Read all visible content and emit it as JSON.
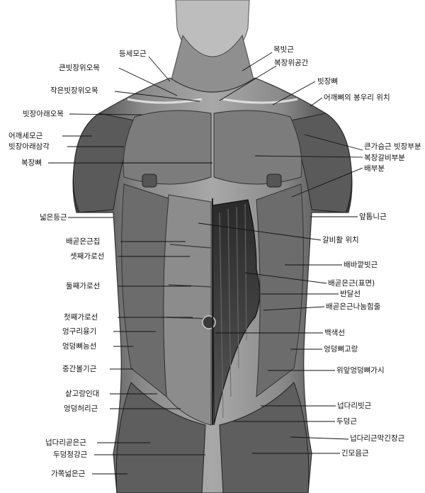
{
  "labels": {
    "l01": "등세모근",
    "l02": "큰빗장위오목",
    "l03": "작은빗장위오목",
    "l04": "빗장아래오목",
    "l05": "어깨세모근",
    "l06": "빗장아래삼각",
    "l07": "복장뼈",
    "l08": "넓은등근",
    "l09": "배곧은근집",
    "l10": "셋째가로선",
    "l11": "둘째가로선",
    "l12": "첫째가로선",
    "l13": "엉구리융기",
    "l14": "엉덩뼈능선",
    "l15": "중간볼기근",
    "l16": "샅고랑인대",
    "l17": "엉덩허리근",
    "l18": "넙다리곧은근",
    "l19": "두덩정강근",
    "l20": "가쪽넓은근",
    "r01": "목빗근",
    "r02": "복장위공간",
    "r03": "빗장뼈",
    "r04": "어깨뼈의 봉우리 위치",
    "r05": "큰가슴근 빗장부분",
    "r06": "복장갈비부분",
    "r07": "배부분",
    "r08": "앞톱니근",
    "r09": "갈비활 위치",
    "r10": "배바깥빗근",
    "r11": "배곧은근(표면)",
    "r12": "반달선",
    "r13": "배곧은근나눔힘줄",
    "r14": "백색선",
    "r15": "엉덩뼈고랑",
    "r16": "위앞엉덩뼈가시",
    "r17": "넙다리빗근",
    "r18": "두덩근",
    "r19": "넙다리근막긴장근",
    "r20": "긴모음근"
  }
}
